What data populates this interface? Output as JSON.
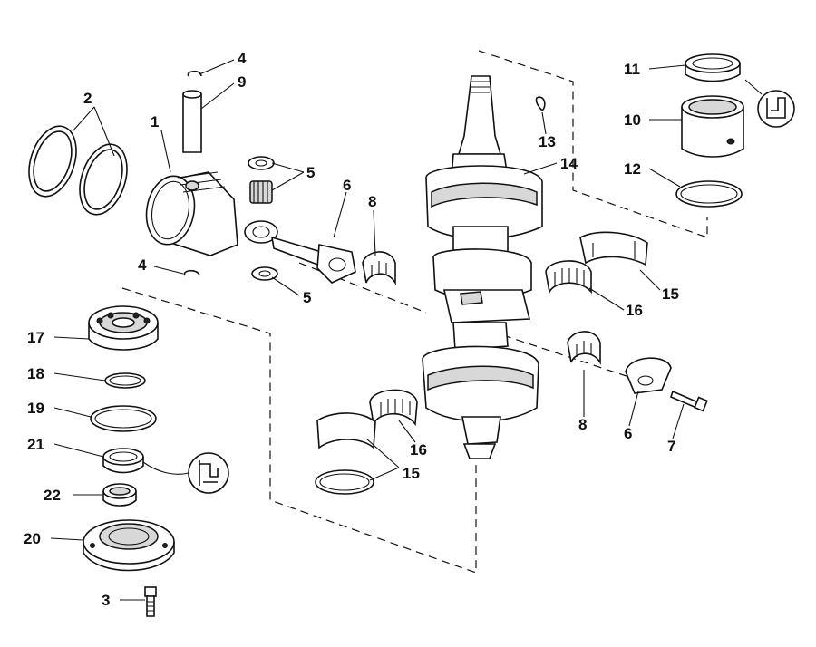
{
  "callouts": [
    {
      "id": "c1",
      "label": "1"
    },
    {
      "id": "c2",
      "label": "2"
    },
    {
      "id": "c3",
      "label": "3"
    },
    {
      "id": "c4a",
      "label": "4"
    },
    {
      "id": "c4b",
      "label": "4"
    },
    {
      "id": "c5a",
      "label": "5"
    },
    {
      "id": "c5b",
      "label": "5"
    },
    {
      "id": "c6a",
      "label": "6"
    },
    {
      "id": "c6b",
      "label": "6"
    },
    {
      "id": "c7",
      "label": "7"
    },
    {
      "id": "c8a",
      "label": "8"
    },
    {
      "id": "c8b",
      "label": "8"
    },
    {
      "id": "c9",
      "label": "9"
    },
    {
      "id": "c10",
      "label": "10"
    },
    {
      "id": "c11",
      "label": "11"
    },
    {
      "id": "c12",
      "label": "12"
    },
    {
      "id": "c13",
      "label": "13"
    },
    {
      "id": "c14",
      "label": "14"
    },
    {
      "id": "c15a",
      "label": "15"
    },
    {
      "id": "c15b",
      "label": "15"
    },
    {
      "id": "c16a",
      "label": "16"
    },
    {
      "id": "c16b",
      "label": "16"
    },
    {
      "id": "c17",
      "label": "17"
    },
    {
      "id": "c18",
      "label": "18"
    },
    {
      "id": "c19",
      "label": "19"
    },
    {
      "id": "c20",
      "label": "20"
    },
    {
      "id": "c21",
      "label": "21"
    },
    {
      "id": "c22",
      "label": "22"
    }
  ],
  "icons": {
    "upper_seal_icon": "apply-sealant-icon",
    "lower_seal_icon": "apply-sealant-icon"
  }
}
